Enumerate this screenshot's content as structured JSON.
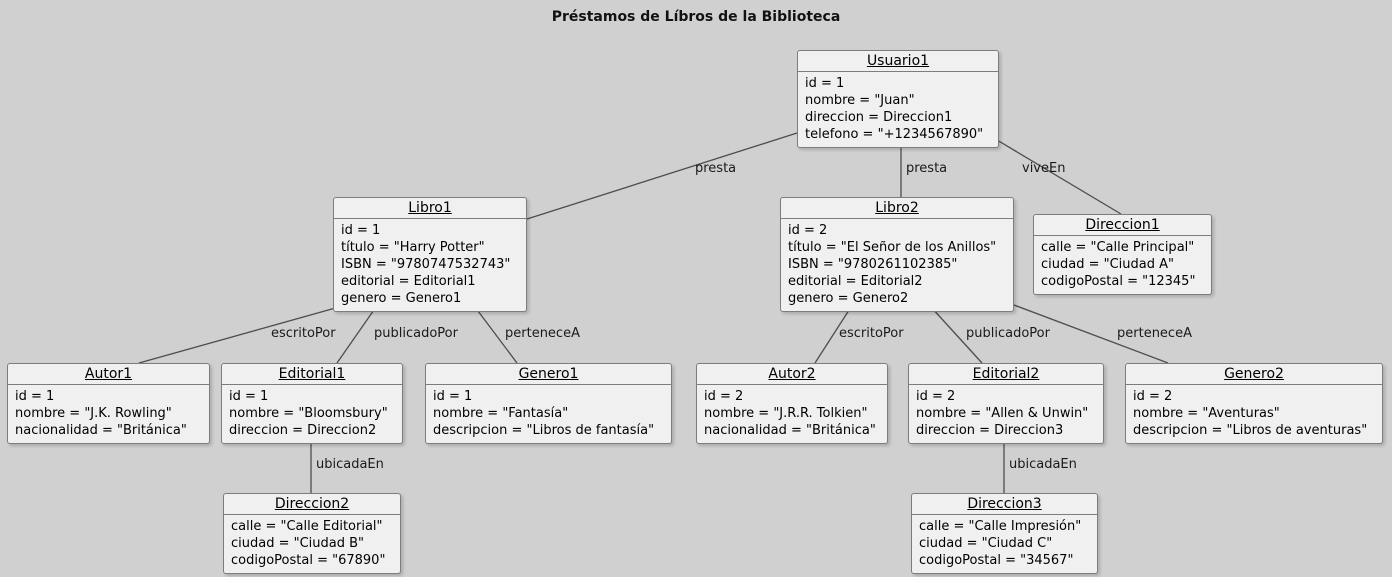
{
  "title": "Préstamos de Líbros de la Biblioteca",
  "colors": {
    "background": "#d0d0d0",
    "node_fill": "#f0f0f0",
    "node_border": "#7d7d7d",
    "edge_line": "#4d4d4d",
    "text": "#000000"
  },
  "nodes": {
    "usuario1": {
      "title": "Usuario1",
      "attrs": [
        "id = 1",
        "nombre = \"Juan\"",
        "direccion = Direccion1",
        "telefono = \"+1234567890\""
      ]
    },
    "libro1": {
      "title": "Libro1",
      "attrs": [
        "id = 1",
        "título = \"Harry Potter\"",
        "ISBN = \"9780747532743\"",
        "editorial = Editorial1",
        "genero = Genero1"
      ]
    },
    "libro2": {
      "title": "Libro2",
      "attrs": [
        "id = 2",
        "título = \"El Señor de los Anillos\"",
        "ISBN = \"9780261102385\"",
        "editorial = Editorial2",
        "genero = Genero2"
      ]
    },
    "direccion1": {
      "title": "Direccion1",
      "attrs": [
        "calle = \"Calle Principal\"",
        "ciudad = \"Ciudad A\"",
        "codigoPostal = \"12345\""
      ]
    },
    "autor1": {
      "title": "Autor1",
      "attrs": [
        "id = 1",
        "nombre = \"J.K. Rowling\"",
        "nacionalidad = \"Británica\""
      ]
    },
    "editorial1": {
      "title": "Editorial1",
      "attrs": [
        "id = 1",
        "nombre = \"Bloomsbury\"",
        "direccion = Direccion2"
      ]
    },
    "genero1": {
      "title": "Genero1",
      "attrs": [
        "id = 1",
        "nombre = \"Fantasía\"",
        "descripcion = \"Libros de fantasía\""
      ]
    },
    "autor2": {
      "title": "Autor2",
      "attrs": [
        "id = 2",
        "nombre = \"J.R.R. Tolkien\"",
        "nacionalidad = \"Británica\""
      ]
    },
    "editorial2": {
      "title": "Editorial2",
      "attrs": [
        "id = 2",
        "nombre = \"Allen & Unwin\"",
        "direccion = Direccion3"
      ]
    },
    "genero2": {
      "title": "Genero2",
      "attrs": [
        "id = 2",
        "nombre = \"Aventuras\"",
        "descripcion = \"Libros de aventuras\""
      ]
    },
    "direccion2": {
      "title": "Direccion2",
      "attrs": [
        "calle = \"Calle Editorial\"",
        "ciudad = \"Ciudad B\"",
        "codigoPostal = \"67890\""
      ]
    },
    "direccion3": {
      "title": "Direccion3",
      "attrs": [
        "calle = \"Calle Impresión\"",
        "ciudad = \"Ciudad C\"",
        "codigoPostal = \"34567\""
      ]
    }
  },
  "edges": [
    {
      "from": "Usuario1",
      "to": "Libro1",
      "label": "presta"
    },
    {
      "from": "Usuario1",
      "to": "Libro2",
      "label": "presta"
    },
    {
      "from": "Usuario1",
      "to": "Direccion1",
      "label": "viveEn"
    },
    {
      "from": "Libro1",
      "to": "Autor1",
      "label": "escritoPor"
    },
    {
      "from": "Libro1",
      "to": "Editorial1",
      "label": "publicadoPor"
    },
    {
      "from": "Libro1",
      "to": "Genero1",
      "label": "perteneceA"
    },
    {
      "from": "Libro2",
      "to": "Autor2",
      "label": "escritoPor"
    },
    {
      "from": "Libro2",
      "to": "Editorial2",
      "label": "publicadoPor"
    },
    {
      "from": "Libro2",
      "to": "Genero2",
      "label": "perteneceA"
    },
    {
      "from": "Editorial1",
      "to": "Direccion2",
      "label": "ubicadaEn"
    },
    {
      "from": "Editorial2",
      "to": "Direccion3",
      "label": "ubicadaEn"
    }
  ]
}
